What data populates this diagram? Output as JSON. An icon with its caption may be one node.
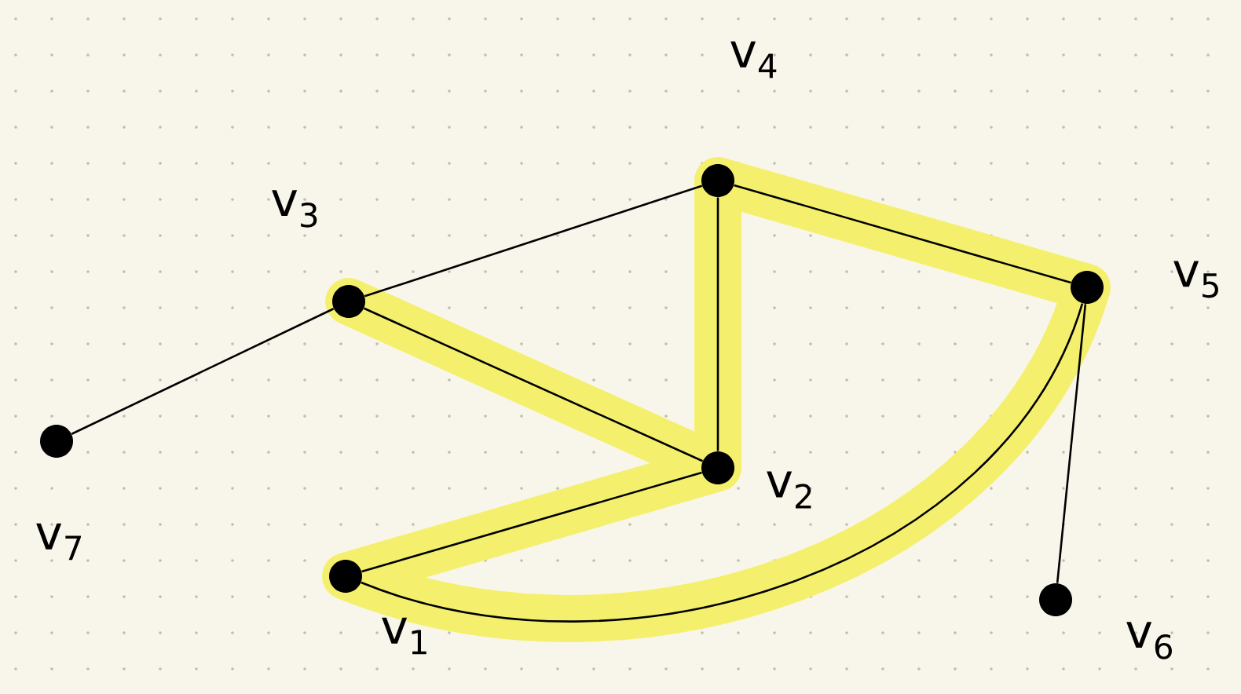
{
  "diagram": {
    "nodes": [
      {
        "text": [],
        "shape": "circle",
        "beside": [
          "v$_{1}$"
        ]
      },
      {
        "text": [],
        "shape": "circle",
        "beside": [
          "v$_{2}$"
        ]
      },
      {
        "text": [],
        "shape": "circle",
        "beside": [
          "v$_{3}$"
        ]
      },
      {
        "text": [],
        "shape": "circle",
        "beside": [
          "v$_{4}$"
        ]
      },
      {
        "text": [],
        "shape": "circle",
        "beside": [
          "v$_{5}$"
        ]
      },
      {
        "text": [],
        "shape": "circle",
        "beside": [
          "v$_{6}$"
        ]
      },
      {
        "text": [],
        "shape": "circle",
        "beside": [
          "v$_{7}$"
        ]
      }
    ],
    "edges": [
      {
        "from": 6,
        "to": 2,
        "arrow": "none"
      },
      {
        "from": 2,
        "to": 3,
        "arrow": "none"
      },
      {
        "from": 3,
        "to": 4,
        "arrow": "none"
      },
      {
        "from": 3,
        "to": 1,
        "arrow": "none"
      },
      {
        "from": 2,
        "to": 1,
        "arrow": "none"
      },
      {
        "from": 1,
        "to": 0,
        "arrow": "none"
      },
      {
        "from": 0,
        "to": 4,
        "arrow": "none"
      },
      {
        "from": 4,
        "to": 5,
        "arrow": "none"
      }
    ]
  }
}
